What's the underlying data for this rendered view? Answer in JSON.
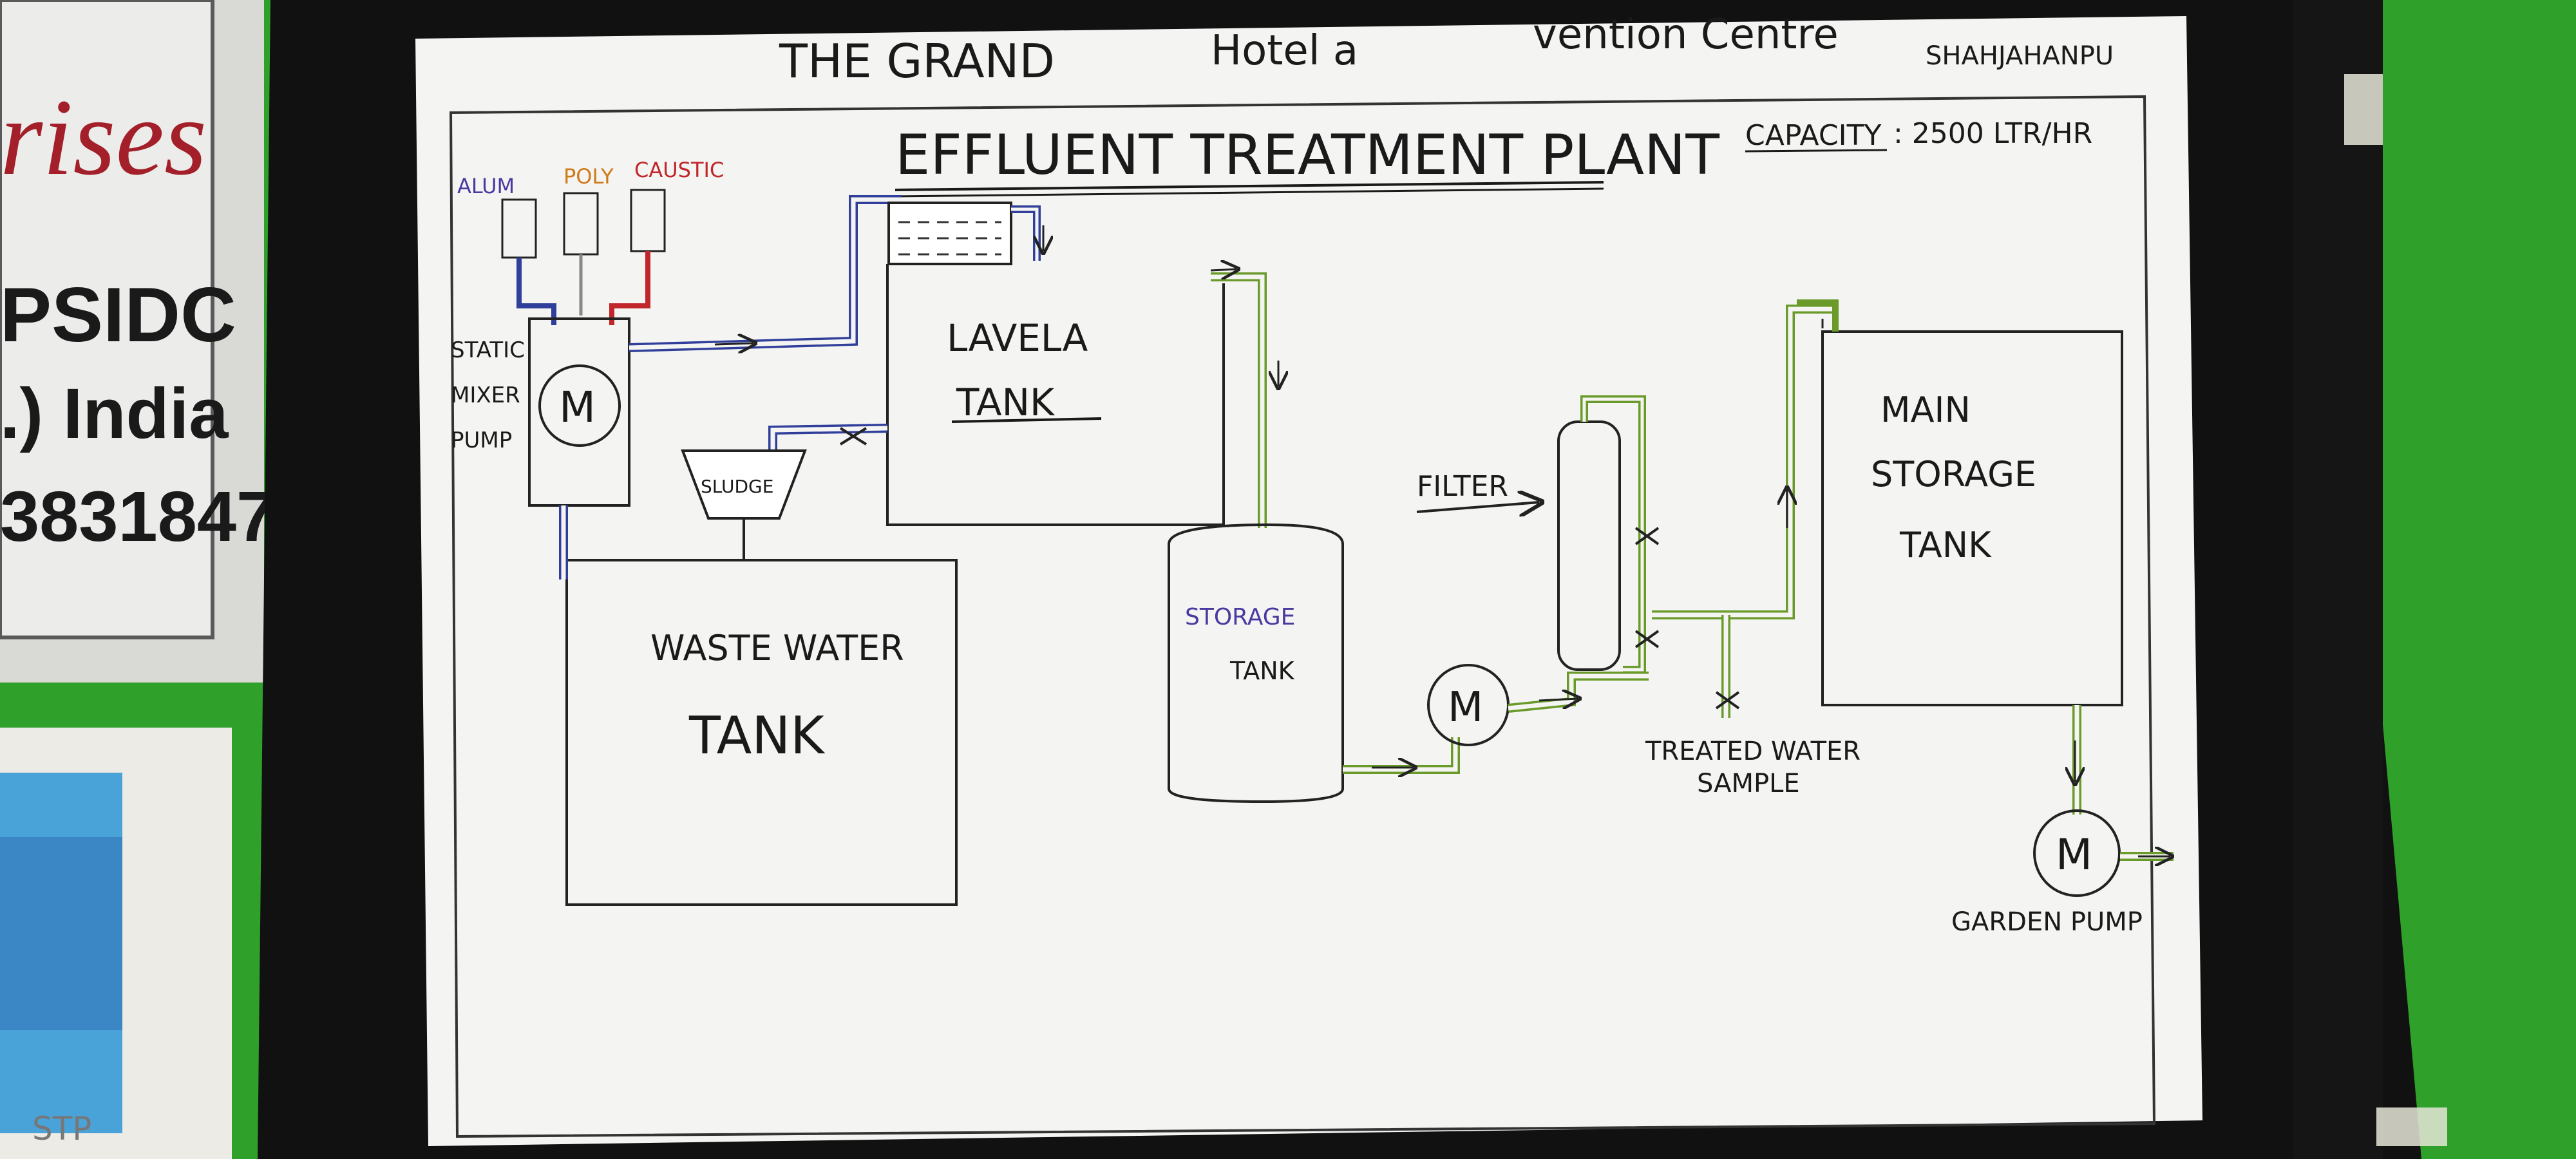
{
  "header": {
    "hotel_line_left": "THE GRAND",
    "hotel_line_mid": "Hotel a",
    "hotel_line_right": "vention Centre",
    "city": "SHAHJAHANPU"
  },
  "diagram": {
    "title": "EFFLUENT TREATMENT PLANT",
    "capacity_label": "CAPACITY",
    "capacity_value": ": 2500 LTR/HR",
    "chemicals": [
      "ALUM",
      "POLY",
      "CAUSTIC"
    ],
    "mixer_label": [
      "STATIC",
      "MIXER",
      "PUMP"
    ],
    "motor_symbol": "M",
    "lavela_tank": [
      "LAVELA",
      "TANK"
    ],
    "sludge": "SLUDGE",
    "waste_water_tank": [
      "WASTE WATER",
      "TANK"
    ],
    "storage_tank": [
      "STORAGE",
      "TANK"
    ],
    "filter": "FILTER",
    "treated_water_sample": [
      "TREATED WATER",
      "SAMPLE"
    ],
    "main_storage_tank": [
      "MAIN",
      "STORAGE",
      "TANK"
    ],
    "garden_pump": "GARDEN PUMP"
  },
  "side_sign": {
    "line1": "rises",
    "line2": "PSIDC",
    "line3": ".) India",
    "line4": "3831847"
  },
  "poster": {
    "footer": "STP"
  },
  "colors": {
    "wall": "#2fa02a",
    "frame": "#111111",
    "paper": "#f4f4f2",
    "blue_pipe": "#2f3f9a",
    "green_pipe": "#6a9a2a",
    "red_pipe": "#c0262a",
    "orange_text": "#d07a1a",
    "purple_text": "#4a3aa0"
  }
}
